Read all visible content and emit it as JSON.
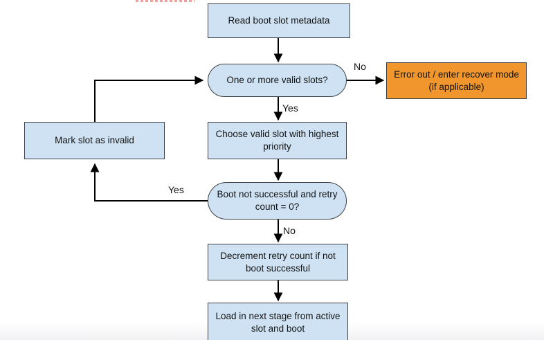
{
  "flowchart": {
    "nodes": {
      "read_metadata": {
        "label": "Read boot slot metadata",
        "shape": "rectangle",
        "fill": "#cfe2f3"
      },
      "valid_slots": {
        "label": "One or more valid slots?",
        "shape": "stadium",
        "fill": "#cfe2f3"
      },
      "error_out": {
        "label": "Error out / enter recover mode (if applicable)",
        "shape": "rectangle",
        "fill": "#f0962d"
      },
      "choose_slot": {
        "label": "Choose valid slot with highest priority",
        "shape": "rectangle",
        "fill": "#cfe2f3"
      },
      "mark_invalid": {
        "label": "Mark slot as invalid",
        "shape": "rectangle",
        "fill": "#cfe2f3"
      },
      "boot_retry": {
        "label": "Boot not successful and retry count = 0?",
        "shape": "stadium",
        "fill": "#cfe2f3"
      },
      "decrement_retry": {
        "label": "Decrement retry count if not boot successful",
        "shape": "rectangle",
        "fill": "#cfe2f3"
      },
      "load_next": {
        "label": "Load in next stage from active slot and boot",
        "shape": "rectangle",
        "fill": "#cfe2f3"
      }
    },
    "edge_labels": {
      "valid_no": "No",
      "valid_yes": "Yes",
      "retry_yes": "Yes",
      "retry_no": "No"
    },
    "colors": {
      "node_fill_blue": "#cfe2f3",
      "node_fill_orange": "#f0962d",
      "node_border": "#3d4045",
      "arrow": "#000000",
      "top_dashes_artifact": "#f0a09c"
    }
  }
}
